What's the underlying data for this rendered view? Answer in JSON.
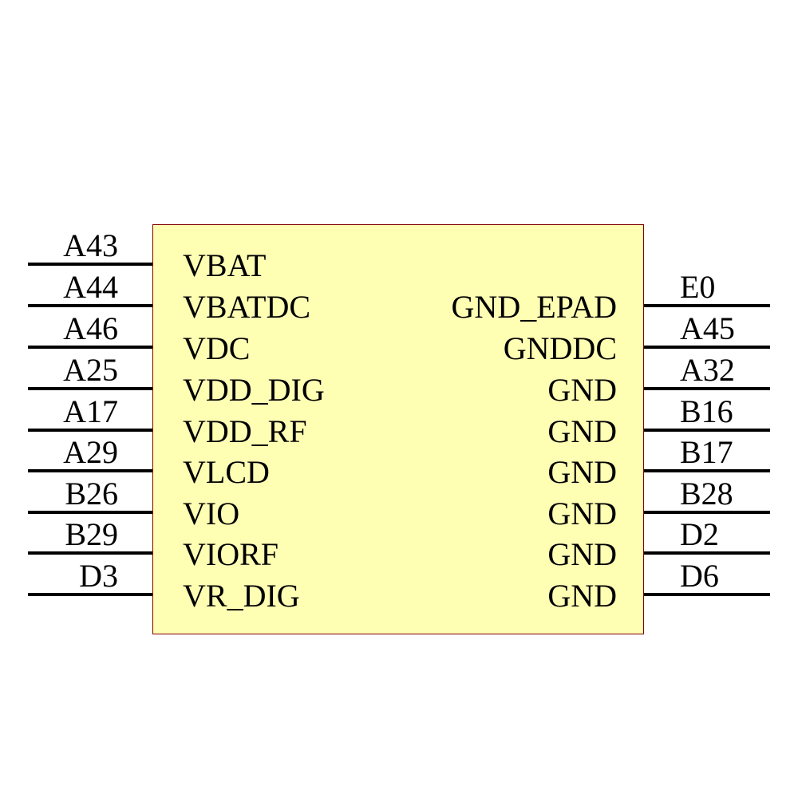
{
  "component": {
    "fill_color": "#ffffb4",
    "border_color": "#800000",
    "left_pins": [
      {
        "number": "A43",
        "name": "VBAT"
      },
      {
        "number": "A44",
        "name": "VBATDC"
      },
      {
        "number": "A46",
        "name": "VDC"
      },
      {
        "number": "A25",
        "name": "VDD_DIG"
      },
      {
        "number": "A17",
        "name": "VDD_RF"
      },
      {
        "number": "A29",
        "name": "VLCD"
      },
      {
        "number": "B26",
        "name": "VIO"
      },
      {
        "number": "B29",
        "name": "VIORF"
      },
      {
        "number": "D3",
        "name": "VR_DIG"
      }
    ],
    "right_pins": [
      {
        "number": "E0",
        "name": "GND_EPAD"
      },
      {
        "number": "A45",
        "name": "GNDDC"
      },
      {
        "number": "A32",
        "name": "GND"
      },
      {
        "number": "B16",
        "name": "GND"
      },
      {
        "number": "B17",
        "name": "GND"
      },
      {
        "number": "B28",
        "name": "GND"
      },
      {
        "number": "D2",
        "name": "GND"
      },
      {
        "number": "D6",
        "name": "GND"
      }
    ]
  }
}
